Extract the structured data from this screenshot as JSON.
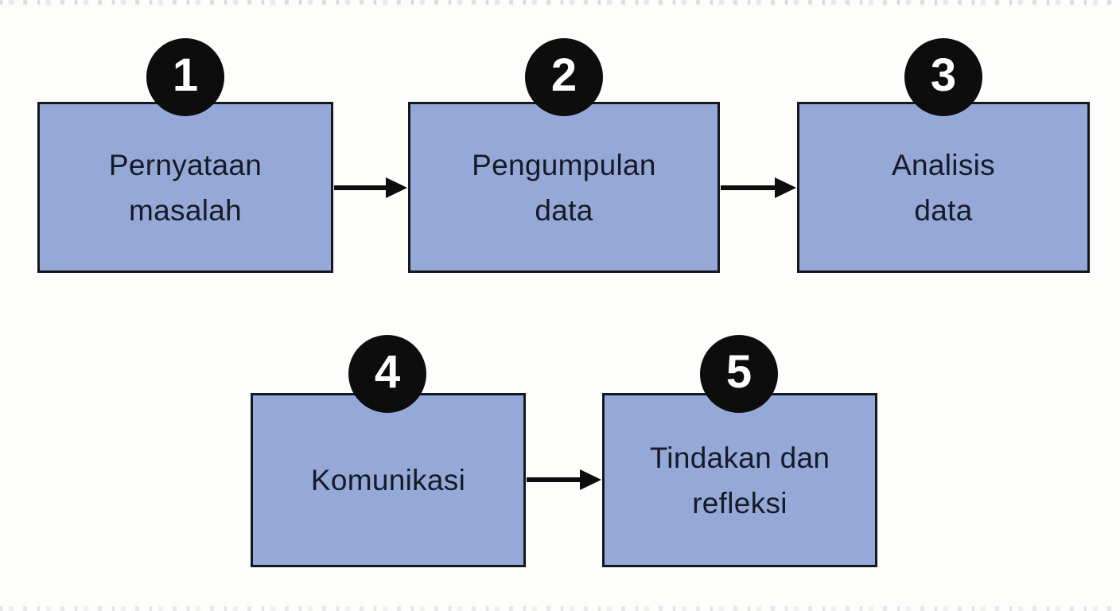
{
  "diagram": {
    "type": "flowchart",
    "language": "Indonesian",
    "description": "Five-step process flow in two rows with numbered badges"
  },
  "colors": {
    "background": "#fdfdfc",
    "box_fill": "#94a9d8",
    "box_border": "#15171f",
    "text": "#171a26",
    "circle_fill": "#0d0d0d",
    "circle_text": "#ffffff",
    "arrow": "#0d0d0d"
  },
  "steps": [
    {
      "number": "1",
      "label": "Pernyataan\nmasalah"
    },
    {
      "number": "2",
      "label": "Pengumpulan\ndata"
    },
    {
      "number": "3",
      "label": "Analisis\ndata"
    },
    {
      "number": "4",
      "label": "Komunikasi"
    },
    {
      "number": "5",
      "label": "Tindakan dan\nrefleksi"
    }
  ],
  "connections": [
    {
      "from": "1",
      "to": "2"
    },
    {
      "from": "2",
      "to": "3"
    },
    {
      "from": "4",
      "to": "5"
    }
  ]
}
